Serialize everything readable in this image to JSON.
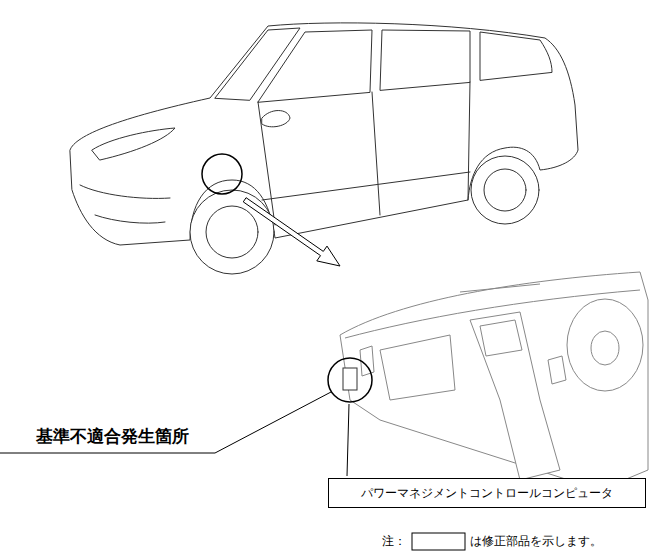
{
  "diagram": {
    "nodes": [
      {
        "text": [
          "パワーマネジメントコントロールコンピュータ"
        ]
      }
    ],
    "labels": [
      "基準不適合発生箇所",
      "注：",
      "は修正部品を示します。"
    ]
  }
}
